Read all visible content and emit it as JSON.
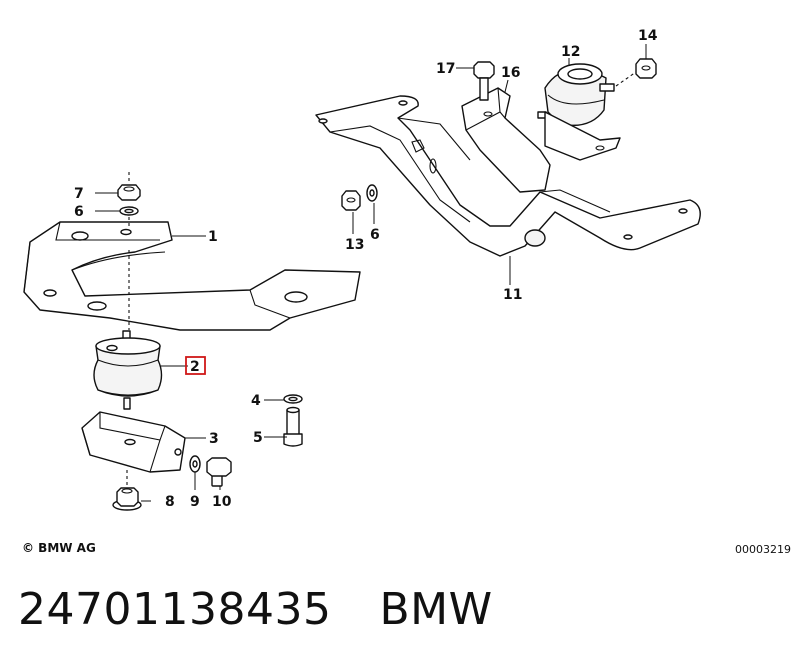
{
  "diagram": {
    "callouts": [
      "1",
      "2",
      "3",
      "4",
      "5",
      "6",
      "6",
      "7",
      "8",
      "9",
      "10",
      "11",
      "12",
      "13",
      "14",
      "16",
      "17"
    ],
    "highlighted_callout": "2",
    "highlight_color": "#d01818"
  },
  "copyright": "© BMW AG",
  "diagram_ref": "00003219",
  "footer": {
    "part_number": "24701138435",
    "brand": "BMW"
  }
}
